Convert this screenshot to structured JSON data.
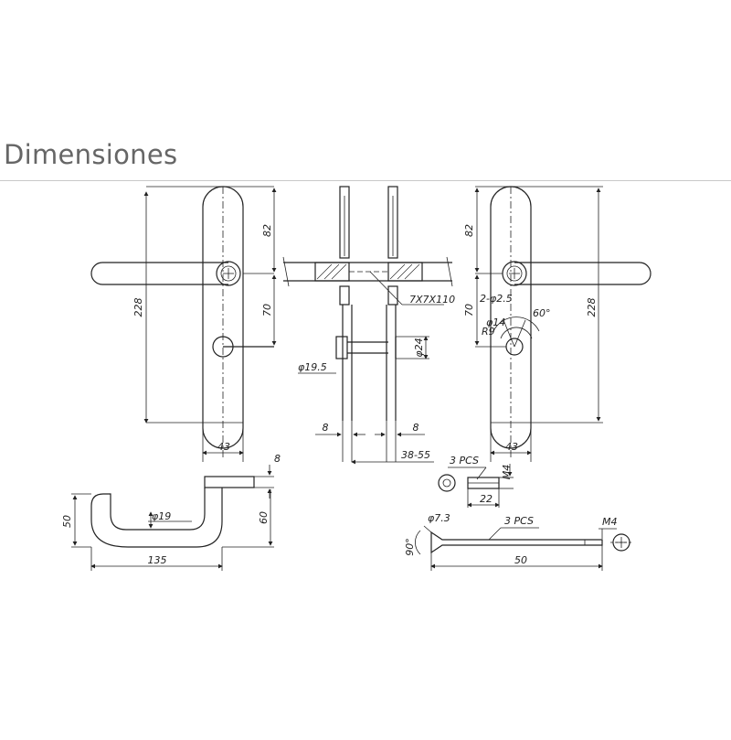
{
  "heading": "Dimensiones",
  "dims": {
    "front_height": "228",
    "front_top": "82",
    "front_mid": "70",
    "front_width": "43",
    "rear_height": "228",
    "rear_top": "82",
    "rear_mid": "70",
    "rear_width": "43",
    "spindle": "7X7X110",
    "rose_dia": "φ19.5",
    "rose_dia2": "φ24",
    "sec_left": "8",
    "sec_right": "8",
    "door_range": "38-55",
    "handle_thick": "8",
    "handle_height": "60",
    "handle_drop": "50",
    "handle_dia": "φ19",
    "handle_len": "135",
    "screw1_qty": "3 PCS",
    "screw1_thread": "M4",
    "screw1_len": "22",
    "screw2_dia": "φ7.3",
    "screw2_qty": "3 PCS",
    "screw2_thread": "M4",
    "screw2_angle": "90°",
    "screw2_len": "50",
    "turn_holes": "2-φ2.5",
    "turn_angle": "60°",
    "turn_d1": "φ14",
    "turn_r": "R9"
  }
}
